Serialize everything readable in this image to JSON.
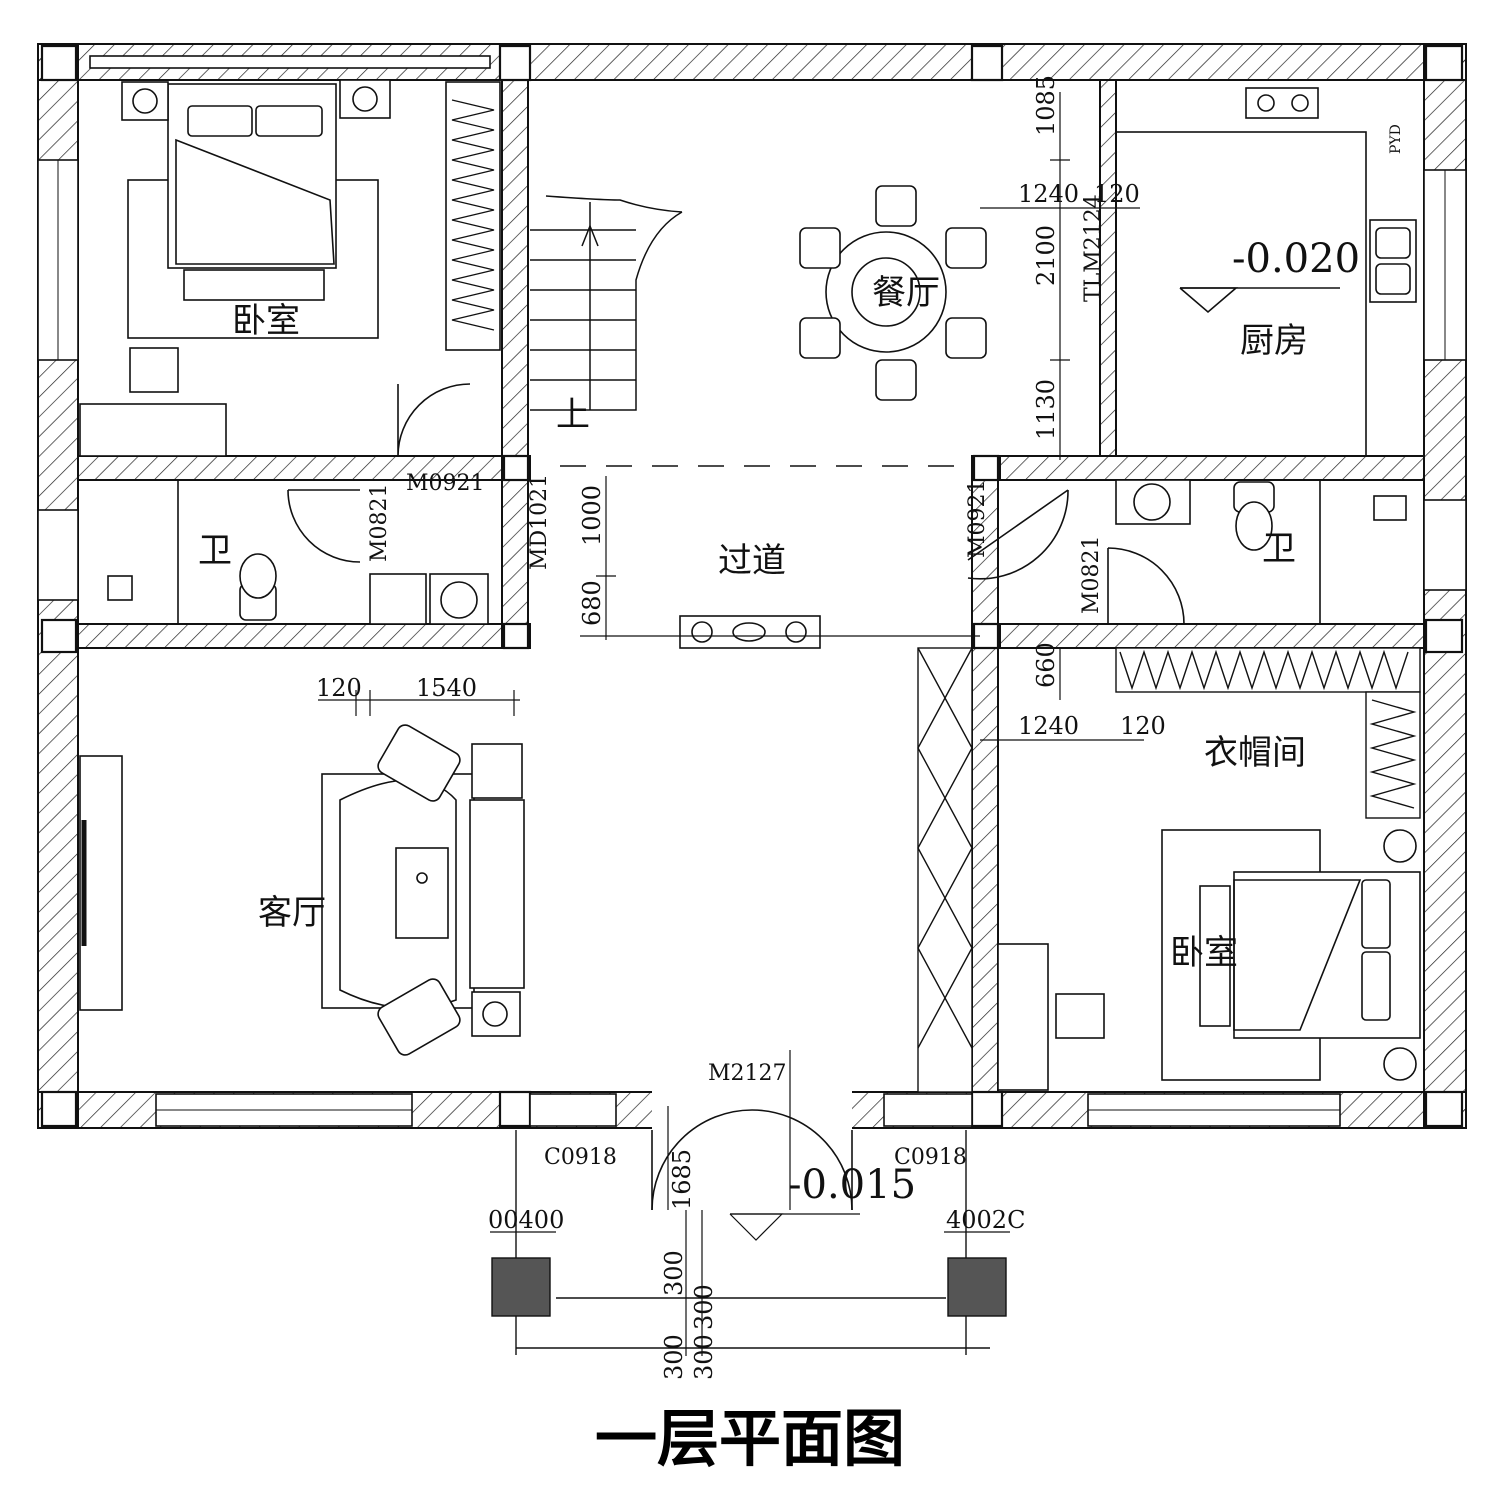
{
  "title": "一层平面图",
  "rooms": {
    "bedroom_nw": "卧室",
    "bath_w": "卫",
    "dining": "餐厅",
    "kitchen": "厨房",
    "corridor": "过道",
    "bath_e": "卫",
    "living": "客厅",
    "cloakroom": "衣帽间",
    "bedroom_se": "卧室"
  },
  "stair_label": "上",
  "levels": {
    "kitchen": "-0.020",
    "entrance": "-0.015"
  },
  "doors": {
    "bedroom_nw": "M0921",
    "bath_w": "M0821",
    "bath_w_sliding": "MD1021",
    "bedroom_se": "M0921",
    "bath_e": "M0821",
    "kitchen": "TLM2124",
    "entrance": "M2127"
  },
  "windows": {
    "left": "C0918",
    "right": "C0918"
  },
  "dimensions": {
    "west_120": "120",
    "west_1540": "1540",
    "kitchen_1240": "1240",
    "kitchen_120": "120",
    "kitchen_1085": "1085",
    "kitchen_2100": "2100",
    "kitchen_1130": "1130",
    "corridor_1000": "1000",
    "corridor_680": "680",
    "cloak_660": "660",
    "cloak_1240": "1240",
    "cloak_120": "120",
    "porch_1685": "1685",
    "porch_left": "00400",
    "porch_right": "4002C",
    "porch_300_a": "300",
    "porch_300_b": "300",
    "porch_300_c": "300",
    "porch_300_d": "300"
  },
  "symbols": {
    "kitchen_tag": "PYD"
  }
}
